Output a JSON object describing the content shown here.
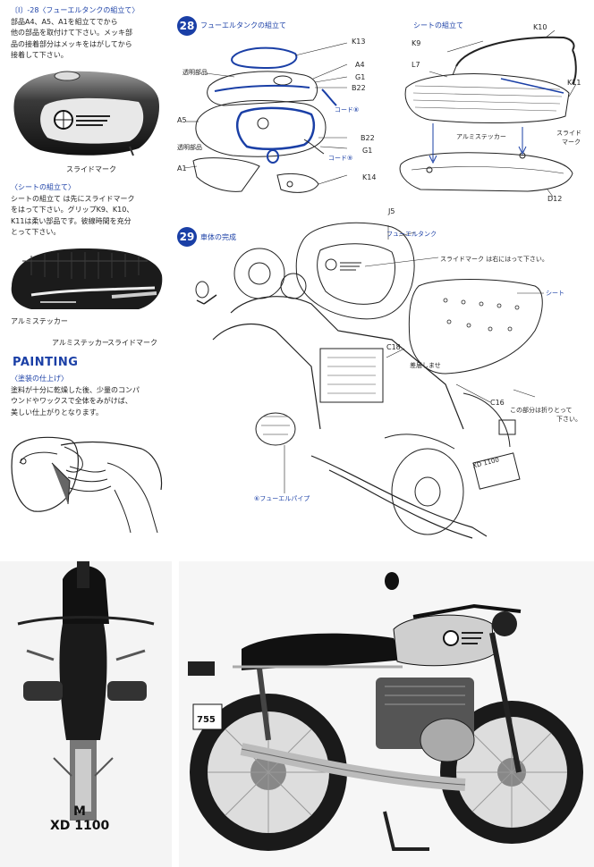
{
  "left_column": {
    "para1": [
      "〔Ⅰ〕-28〈フューエルタンクの組立て〉",
      "部品A4、A5、A1を組立てでから",
      "他の部品を取付けて下さい。メッキ部",
      "品の接着部分はメッキをはがしてから",
      "接着して下さい。"
    ],
    "tank_label": "スライドマーク",
    "para2_title": "〈シートの組立て〉",
    "para2": [
      "シートの組立て は先にスライドマーク",
      "をはって下さい。グリップK9、K10、",
      "K11は柔い部品です。彼線時間を充分",
      "とって下さい。"
    ],
    "seat_labels": [
      "アルミステッカー",
      "アルミステッカー",
      "スライドマーク"
    ],
    "painting_title": "PAINTING",
    "painting_subtitle": "〈塗装の仕上げ〉",
    "painting_text": [
      "塗料が十分に乾燥した後、少量のコンパ",
      "ウンドやワックスで全体をみがけば、",
      "美しい仕上がりとなります。"
    ]
  },
  "step28": {
    "number": "28",
    "title": "フューエルタンクの組立て",
    "labels": {
      "k13": "K13",
      "toumei1": "透明部品",
      "a4": "A4",
      "g1a": "G1",
      "b22a": "B22",
      "cord8": "コード⑧",
      "a5": "A5",
      "toumei2": "透明部品",
      "b22b": "B22",
      "g1b": "G1",
      "cord9": "コード⑨",
      "a1": "A1",
      "k14": "K14"
    }
  },
  "seat_step": {
    "title": "シートの組立て",
    "labels": {
      "k10": "K10",
      "k9": "K9",
      "l7": "L7",
      "k11": "K11",
      "alumi": "アルミステッカー",
      "slide": [
        "スライド",
        "マーク"
      ],
      "d12": "D12"
    }
  },
  "step29": {
    "number": "29",
    "title": "車体の完成",
    "labels": {
      "j5": "J5",
      "fuel_tank": "フューエルタンク",
      "slide_mark": "スライドマーク は右にはって下さい。",
      "seat": "シート",
      "c18": "C18",
      "sashi": "差届しませ",
      "c16": "C16",
      "cut_note": [
        "この部分は折りとって",
        "下さい。"
      ],
      "fuel_pipe": "⑥フューエルパイプ",
      "plate": "XD 1100"
    }
  },
  "photos": {
    "front_plate_top": "M",
    "front_plate_bottom": "XD 1100",
    "side_plate": "755"
  },
  "colors": {
    "accent_blue": "#1a3fa6",
    "ink": "#111111"
  }
}
